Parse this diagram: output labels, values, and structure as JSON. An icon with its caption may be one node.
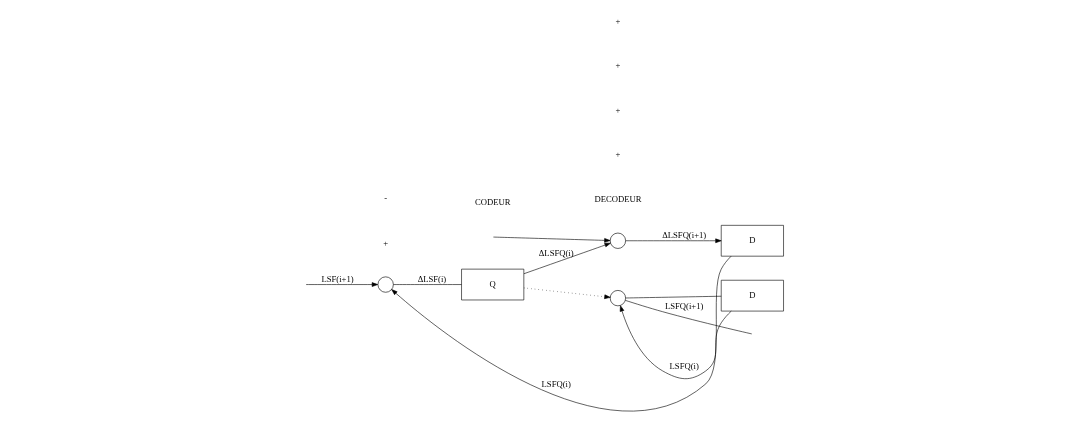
{
  "diagram": {
    "nodes": [
      {
        "text": [],
        "shape": "circle"
      },
      {
        "text": [
          "Q"
        ]
      },
      {
        "text": [
          "D"
        ]
      },
      {
        "text": [],
        "shape": "circle"
      },
      {
        "text": [],
        "shape": "circle"
      },
      {
        "text": [
          "D"
        ]
      }
    ],
    "edges": [
      {
        "from": null,
        "to": 0,
        "arrow": "to",
        "label": "LSF(i+1)"
      },
      {
        "from": 0,
        "to": 1,
        "arrow": "none",
        "label": "ΔLSF(i)"
      },
      {
        "from": 1,
        "to": 3,
        "arrow": "to",
        "label": "ΔLSFQ(i)"
      },
      {
        "from": 1,
        "to": 4,
        "arrow": "to",
        "style": "dashed"
      },
      {
        "from": 3,
        "to": 2,
        "arrow": "to",
        "label": "ΔLSFQ(i+1)"
      },
      {
        "from": 2,
        "to": 0,
        "arrow": "to",
        "label": "LSFQ(i)"
      },
      {
        "from": null,
        "to": 3,
        "arrow": "to"
      },
      {
        "from": 4,
        "to": null,
        "arrow": "none",
        "label": "LSFQ(i+1)"
      },
      {
        "from": 4,
        "to": 5,
        "arrow": "none"
      },
      {
        "from": 5,
        "to": 4,
        "arrow": "to",
        "label": "LSFQ(i)"
      }
    ],
    "labels": [
      "CODEUR",
      "DECODEUR",
      "+",
      "-",
      "+",
      "+",
      "+",
      "+"
    ]
  }
}
